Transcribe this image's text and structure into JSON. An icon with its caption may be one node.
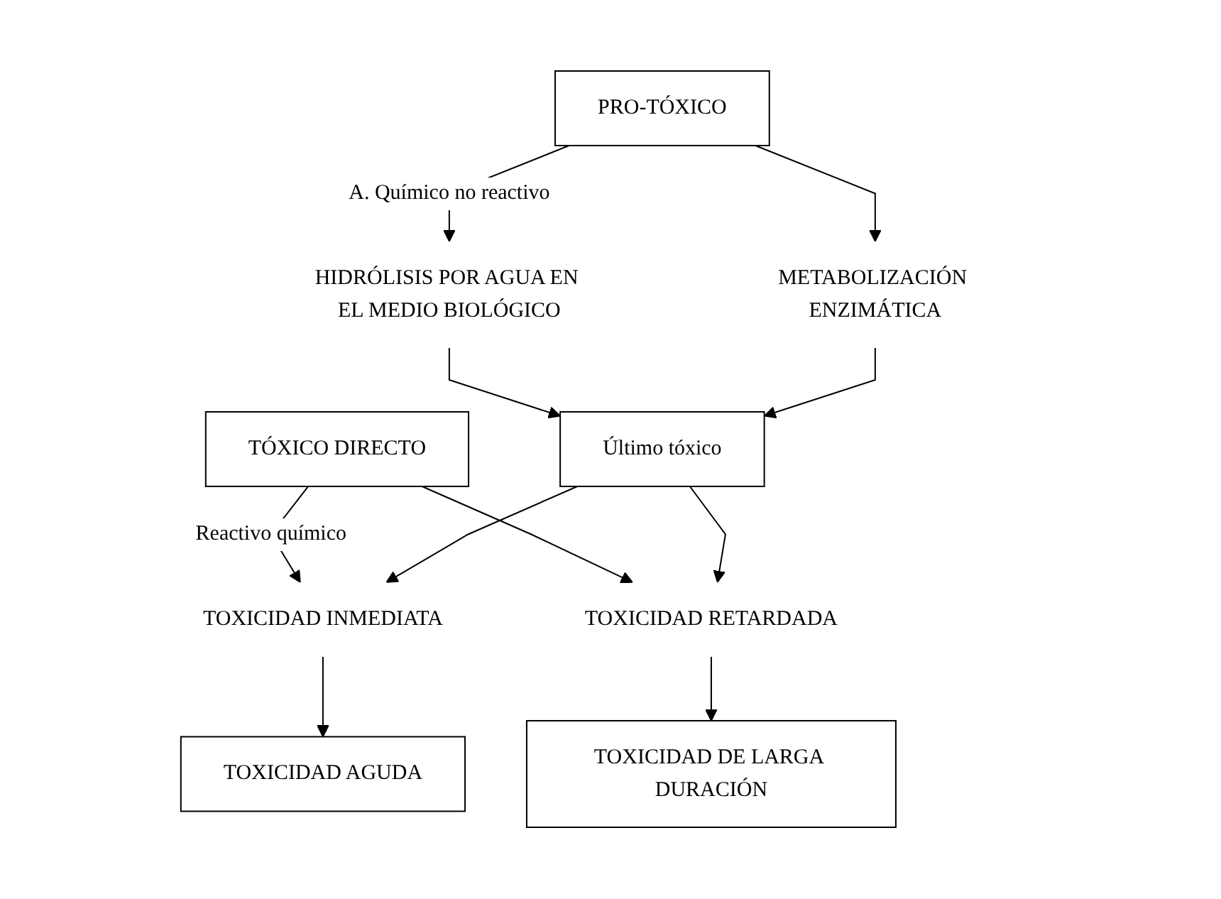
{
  "diagram": {
    "nodes": [
      {
        "text": [
          "TÓXICO DIRECTO"
        ]
      },
      {
        "text": [
          "TOXICIDAD AGUDA"
        ]
      },
      {
        "text": [
          "TOXICIDAD INMEDIATA"
        ]
      },
      {
        "text": [
          "TOXICIDAD RETARDADA"
        ]
      },
      {
        "text": [
          "TOXICIDAD DE LARGA DURACIÓN"
        ]
      },
      {
        "text": [
          "Último tóxico"
        ]
      },
      {
        "text": [
          "HIDRÓLISIS POR AGUA EN EL MEDIO BIOLÓGICO"
        ]
      },
      {
        "text": [
          "METABOLIZACIÓN ENZIMÁTICA"
        ]
      },
      {
        "text": [
          "PRO-TÓXICO"
        ]
      }
    ],
    "edges": [
      {
        "from": 0,
        "to": 2,
        "arrow": "to",
        "label": "Reactivo químico"
      },
      {
        "from": 0,
        "to": 3,
        "arrow": "to"
      },
      {
        "from": 2,
        "to": 1,
        "arrow": "to"
      },
      {
        "from": 3,
        "to": 4,
        "arrow": "to"
      },
      {
        "from": 5,
        "to": 2,
        "arrow": "to"
      },
      {
        "from": 5,
        "to": 3,
        "arrow": "to"
      },
      {
        "from": 6,
        "to": 5,
        "arrow": "to"
      },
      {
        "from": 7,
        "to": 5,
        "arrow": "to"
      },
      {
        "from": 8,
        "to": 6,
        "arrow": "to",
        "label": "A. Químico no reactivo"
      },
      {
        "from": 8,
        "to": 7,
        "arrow": "to"
      }
    ]
  }
}
